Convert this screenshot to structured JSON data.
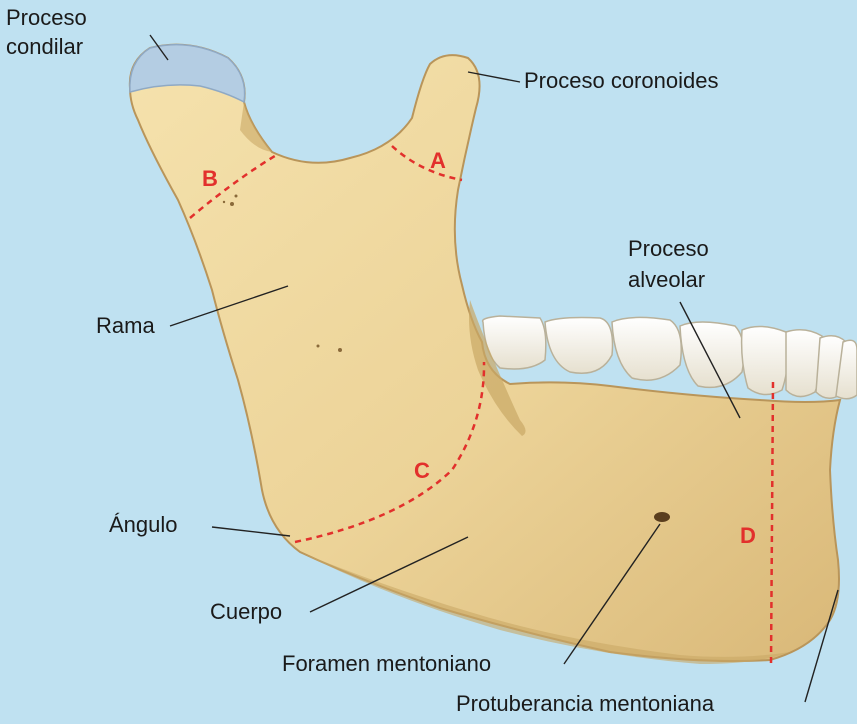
{
  "labels": {
    "proceso_condilar_1": "Proceso",
    "proceso_condilar_2": "condilar",
    "proceso_coronoides": "Proceso coronoides",
    "proceso_alveolar_1": "Proceso",
    "proceso_alveolar_2": "alveolar",
    "rama": "Rama",
    "angulo": "Ángulo",
    "cuerpo": "Cuerpo",
    "foramen_mentoniano": "Foramen mentoniano",
    "protuberancia_mentoniana": "Protuberancia mentoniana"
  },
  "section_letters": {
    "a": "A",
    "b": "B",
    "c": "C",
    "d": "D"
  },
  "colors": {
    "background": "#bfe1f1",
    "bone": "#ecd398",
    "bone_shadow": "#c9a865",
    "cartilage": "#b4cde3",
    "tooth": "#f4f0e4",
    "section_lines": "#e2302c",
    "leader_lines": "#222222"
  }
}
